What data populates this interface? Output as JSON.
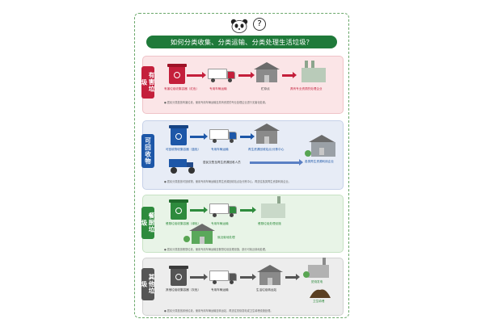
{
  "title": "如何分类收集、分类运输、分类处理生活垃圾？",
  "icons": {
    "mascot": "panda-icon",
    "question": "?"
  },
  "colors": {
    "title_bg": "#1f7a3a",
    "hazardous": "#c41f3b",
    "recyclable": "#1d57a8",
    "kitchen": "#2e8b3d",
    "other": "#555555"
  },
  "sections": {
    "hazardous": {
      "tag": "有害垃圾",
      "bin": "有害垃圾收集容器（红色）",
      "truck": "专用车辆运输",
      "house": "贮存点",
      "plant": "具有专业资质的处理企业",
      "note": "● 居民分类投放有害垃圾，使用专用车辆运输至具有资质的专业处理企业进行无害化处置。"
    },
    "recyclable": {
      "tag": "可回收物",
      "bin": "可回收物收集容器（蓝色）",
      "truck": "专用车辆运输",
      "station": "再生资源回收站点/分拣中心",
      "plant": "各类再生资源利用企业",
      "tricycle": "居民交售至再生资源回收人员",
      "note": "● 居民分类投放可回收物，使用专用车辆运输至再生资源回收站点及分拣中心，再送往各类再生资源利用企业。"
    },
    "kitchen": {
      "tag": "餐厨垃圾",
      "bin": "餐厨垃圾收集容器（绿色）",
      "truck": "专用车辆运输",
      "plant": "餐厨垃圾处理设施",
      "local": "就近就地处理",
      "note": "● 居民分类投放餐厨垃圾，使用专用车辆运输至餐厨垃圾处理设施，部分可就近就地处理。"
    },
    "other": {
      "tag": "其他垃圾",
      "bin": "其他垃圾收集容器（灰色）",
      "truck": "专用车辆运输",
      "station": "生活垃圾转运站",
      "plant": "焚烧发电",
      "landfill": "卫生填埋",
      "note": "● 居民分类投放其他垃圾，使用专用车辆运输至转运站，再送往焚烧发电或卫生填埋设施处理。"
    }
  }
}
